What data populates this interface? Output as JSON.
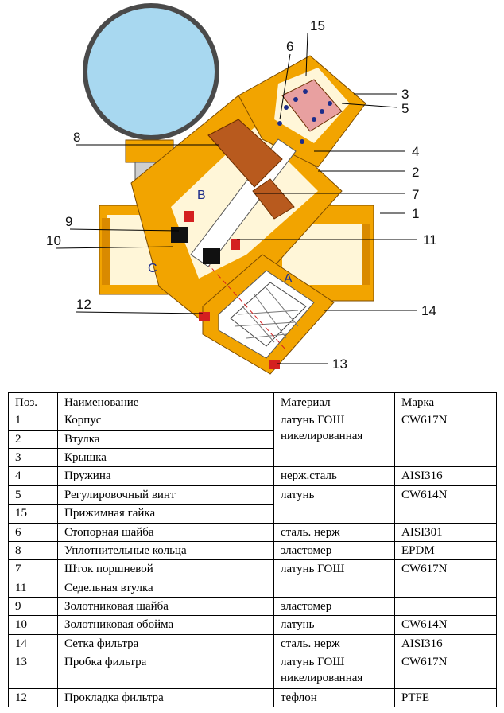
{
  "diagram": {
    "callouts": [
      "15",
      "6",
      "3",
      "5",
      "8",
      "4",
      "2",
      "7",
      "1",
      "9",
      "10",
      "11",
      "12",
      "14",
      "13"
    ],
    "zones": [
      "B",
      "C",
      "A"
    ]
  },
  "table": {
    "headers": [
      "Поз.",
      "Наименование",
      "Материал",
      "Марка"
    ],
    "rows": [
      {
        "pos": "1",
        "name": "Корпус"
      },
      {
        "pos": "2",
        "name": "Втулка"
      },
      {
        "pos": "3",
        "name": "Крышка"
      },
      {
        "pos": "4",
        "name": "Пружина"
      },
      {
        "pos": "5",
        "name": "Регулировочный винт"
      },
      {
        "pos": "15",
        "name": "Прижимная гайка"
      },
      {
        "pos": "6",
        "name": "Стопорная шайба"
      },
      {
        "pos": "8",
        "name": "Уплотнительные кольца"
      },
      {
        "pos": "7",
        "name": "Шток поршневой"
      },
      {
        "pos": "11",
        "name": "Седельная втулка"
      },
      {
        "pos": "9",
        "name": "Золотниковая шайба"
      },
      {
        "pos": "10",
        "name": "Золотниковая обойма"
      },
      {
        "pos": "14",
        "name": "Сетка фильтра"
      },
      {
        "pos": "13",
        "name": "Пробка фильтра"
      },
      {
        "pos": "12",
        "name": "Прокладка фильтра"
      }
    ],
    "materials": {
      "m1": "латунь ГОШ никелированная",
      "m4": "нерж.сталь",
      "m5": "латунь",
      "m6": "сталь. нерж",
      "m8": "эластомер",
      "m7": "латунь ГОШ",
      "m9": "эластомер",
      "m10": "латунь",
      "m14": "сталь. нерж",
      "m13": "латунь ГОШ никелированная",
      "m12": "тефлон"
    },
    "marks": {
      "k1": "CW617N",
      "k4": "AISI316",
      "k5": "CW614N",
      "k6": "AISI301",
      "k8": "EPDM",
      "k7": "CW617N",
      "k9": "",
      "k10": "CW614N",
      "k14": "AISI316",
      "k13": "CW617N",
      "k12": "PTFE"
    }
  },
  "colors": {
    "body": "#f2a400",
    "body_dark": "#c96f00",
    "gauge": "#a8d8f0",
    "bronze": "#b85a1e",
    "steel": "#ffffff",
    "accent_red": "#d42020"
  }
}
